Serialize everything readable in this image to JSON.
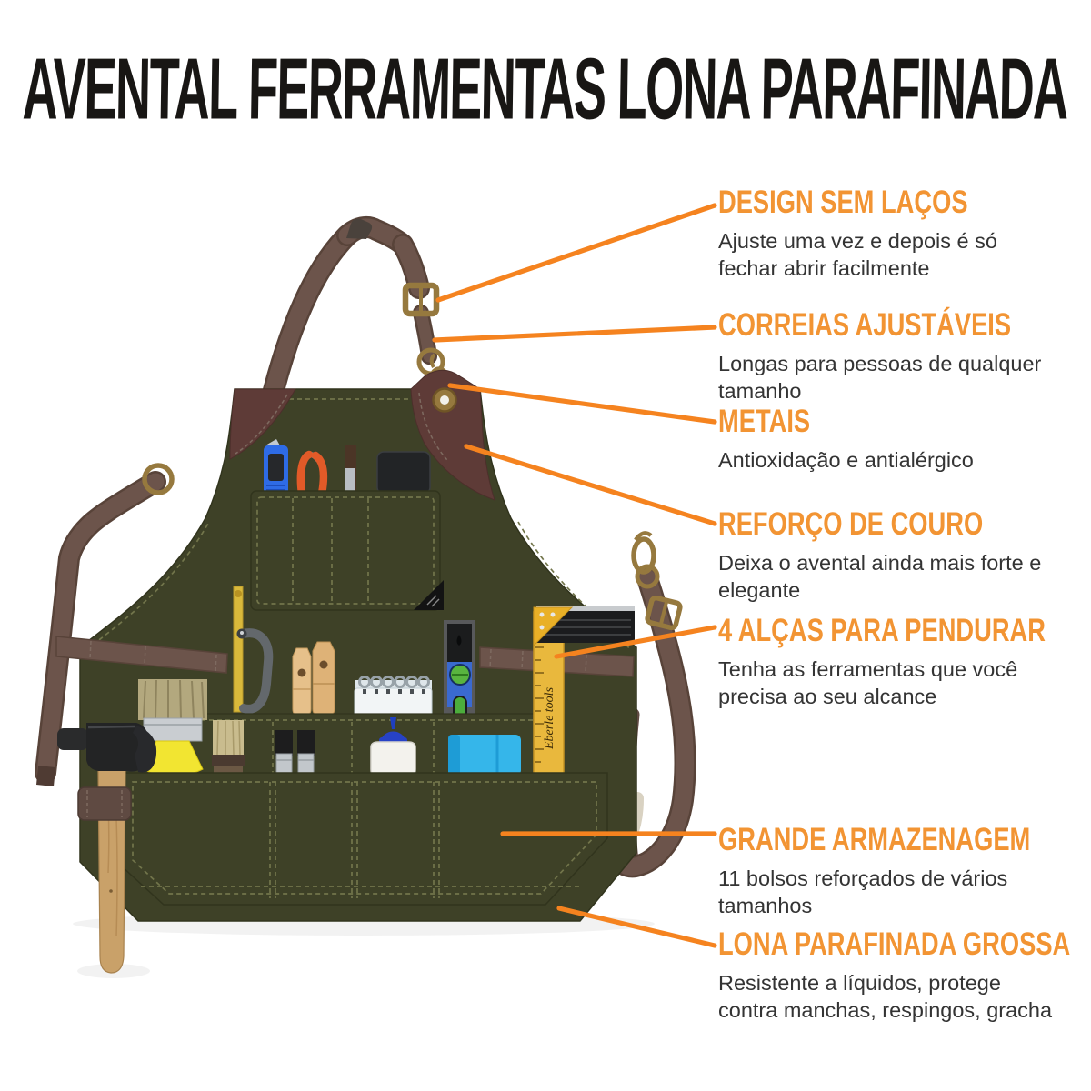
{
  "title": "AVENTAL FERRAMENTAS LONA PARAFINADA",
  "callouts": [
    {
      "heading": "DESIGN SEM LAÇOS",
      "body": "Ajuste uma vez e depois é só fechar abrir facilmente"
    },
    {
      "heading": "CORREIAS AJUSTÁVEIS",
      "body": "Longas para pessoas de qualquer tamanho"
    },
    {
      "heading": "METAIS",
      "body": "Antioxidação e antialérgico"
    },
    {
      "heading": "REFORÇO DE COURO",
      "body": "Deixa o avental ainda mais forte e elegante"
    },
    {
      "heading": "4 ALÇAS PARA PENDURAR",
      "body": "Tenha as ferramentas que você precisa ao seu alcance"
    },
    {
      "heading": "GRANDE ARMAZENAGEM",
      "body": "11 bolsos reforçados de vários tamanhos"
    },
    {
      "heading": "LONA PARAFINADA GROSSA",
      "body": "Resistente a líquidos, protege contra manchas, respingos, gracha"
    }
  ],
  "apron": {
    "ruler_brand": "Eberle tools",
    "items_depicted": [
      "neck-strap",
      "brass-buckle",
      "brass-snap-hook",
      "brass-grommet",
      "leather-corners",
      "utility-knife",
      "pliers",
      "pen",
      "smartphone",
      "chest-pocket",
      "hacksaw",
      "wooden-handles",
      "spiral-notepad",
      "spirit-level",
      "waist-strap-loops",
      "paintbrush-large",
      "chip-brush",
      "small-brushes",
      "glue-bottle",
      "blue-notebook",
      "yellow-ruler",
      "carpenter-square",
      "hammer",
      "big-pockets",
      "waist-tie-straps"
    ]
  },
  "colors": {
    "accent_line": "#F5831F",
    "heading_orange": "#F29433",
    "body_text": "#343434",
    "title_black": "#181614",
    "apron_olive": "#3E4127",
    "leather_brown": "#5E3B37",
    "strap_taupe": "#6C544B",
    "brass": "#96793E",
    "background": "#FFFFFF"
  }
}
